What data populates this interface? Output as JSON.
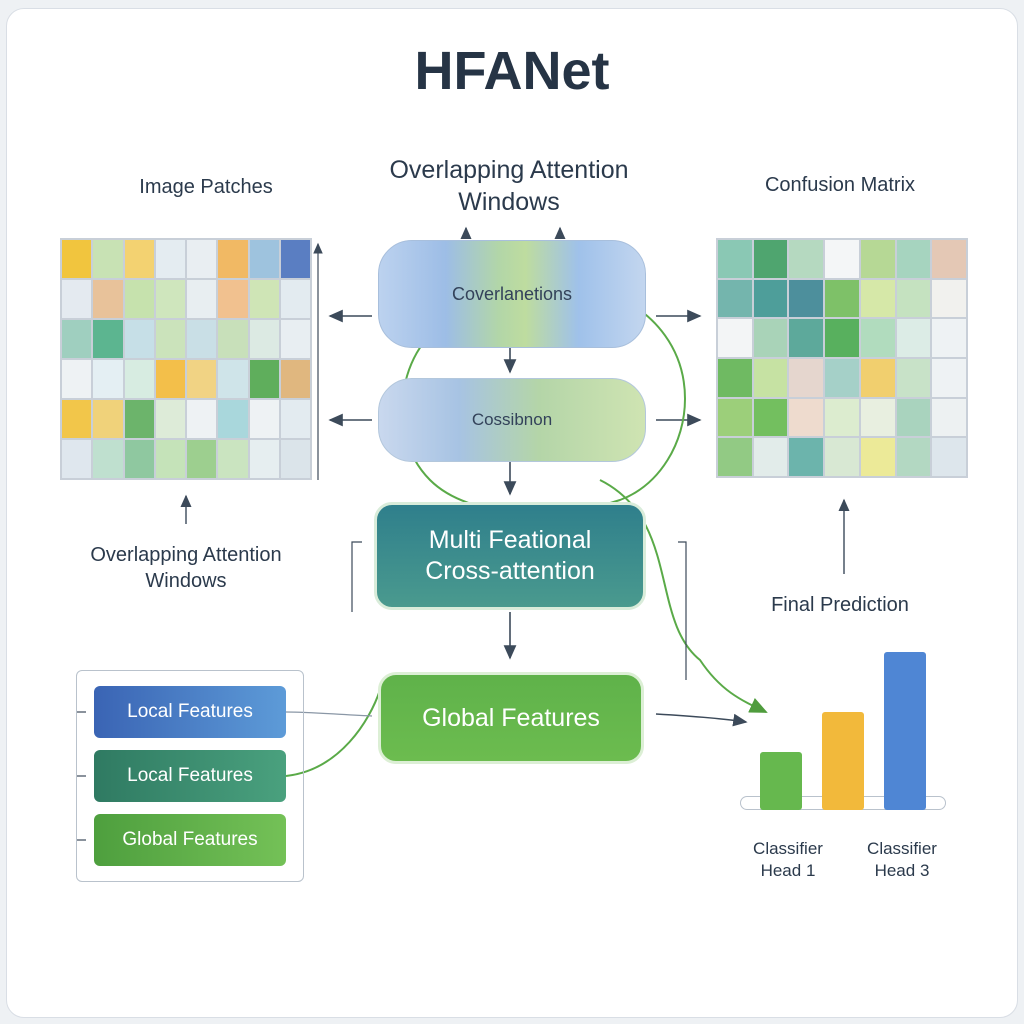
{
  "title": "HFANet",
  "labels": {
    "image_patches": "Image Patches",
    "overlap_top": "Overlapping Attention Windows",
    "confusion_matrix": "Confusion Matrix",
    "overlap_left": "Overlapping Attention Windows",
    "final_prediction": "Final Prediction"
  },
  "blocks": {
    "overlap_block": "Coverlanetions",
    "cross_block": "Cossibnon",
    "multi": "Multi Feational Cross-attention",
    "global": "Global Features"
  },
  "feature_list": [
    {
      "label": "Local Features",
      "color": "#3e78c2"
    },
    {
      "label": "Local Features",
      "color": "#3a8a70"
    },
    {
      "label": "Global Features",
      "color": "#5aa84a"
    }
  ],
  "classifier": {
    "bars": [
      {
        "value": 0.37,
        "color": "#66b84e"
      },
      {
        "value": 0.62,
        "color": "#f2b93b"
      },
      {
        "value": 1.0,
        "color": "#4f86d4"
      }
    ],
    "labels": [
      "Classifier Head 1",
      "Classifier Head 3"
    ]
  },
  "patch_colors": [
    [
      "#f1c53e",
      "#c8e2b4",
      "#f3d271",
      "#e4ecf1",
      "#e9eef2",
      "#f1b964",
      "#9ec3de",
      "#5a7ec2"
    ],
    [
      "#e4eaf0",
      "#e8c29a",
      "#c6e2ad",
      "#cfe6bd",
      "#e8eef1",
      "#f1c18f",
      "#cfe5b6",
      "#e3ebf0"
    ],
    [
      "#9fcfbf",
      "#5cb590",
      "#c6dfe7",
      "#cbe3bb",
      "#c9dfe6",
      "#c8e0ba",
      "#dceae3",
      "#e8eef2"
    ],
    [
      "#eef2f4",
      "#e4eff3",
      "#d7ece1",
      "#f3bf4a",
      "#f1d384",
      "#cfe4e9",
      "#5fae5c",
      "#e0b77f"
    ],
    [
      "#f2c64a",
      "#f0d27a",
      "#6cb46b",
      "#ddebd8",
      "#eef2f4",
      "#a9d7dc",
      "#eef2f4",
      "#e3ebf0"
    ],
    [
      "#dfe7ee",
      "#bfe0cf",
      "#8fc8a0",
      "#c5e3b9",
      "#9dcf8f",
      "#cae4c0",
      "#e6eef0",
      "#dbe4ea"
    ]
  ],
  "matrix_colors": [
    [
      "#8ac8b4",
      "#4fa56f",
      "#b5d9c0",
      "#f4f6f7",
      "#b6d895",
      "#a6d4bf",
      "#e4c8b5"
    ],
    [
      "#74b5ad",
      "#4e9e9a",
      "#4d8f9c",
      "#7ec168",
      "#d6e8a8",
      "#c5e2c0",
      "#f1f1ee"
    ],
    [
      "#f3f5f6",
      "#a9d3b8",
      "#5da99b",
      "#58b05e",
      "#b1dcbe",
      "#dcece6",
      "#eef2f4"
    ],
    [
      "#6fba62",
      "#c6e2a3",
      "#e5d6ce",
      "#a5d0c8",
      "#f1cf6e",
      "#c8e2c8",
      "#eef2f4"
    ],
    [
      "#9ccf7a",
      "#73bf5f",
      "#eedbce",
      "#dceccf",
      "#e8efe0",
      "#a9d3be",
      "#edf1f2"
    ],
    [
      "#92ca84",
      "#e2ecea",
      "#6cb4ac",
      "#d8e8d3",
      "#ecea98",
      "#b3d8c2",
      "#dde6ec"
    ]
  ]
}
